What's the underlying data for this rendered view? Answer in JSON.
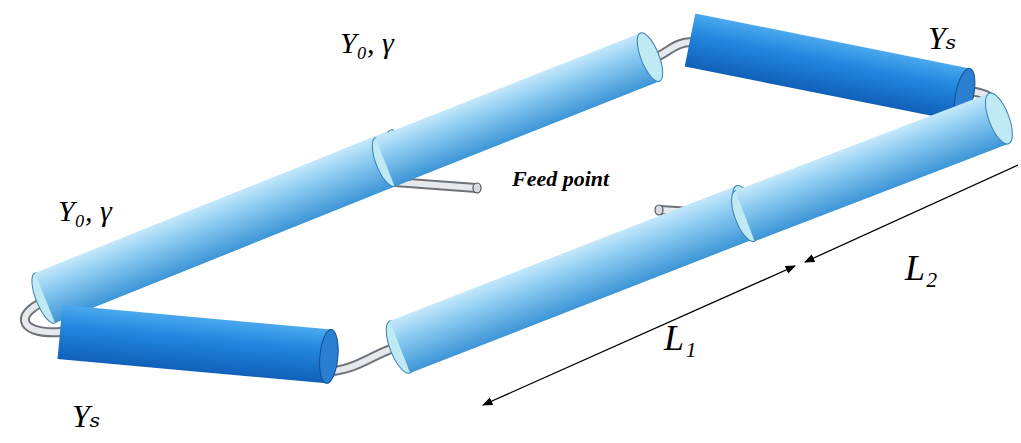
{
  "diagram": {
    "labels": [
      "Y₀,  γ",
      "Y₀,  γ",
      "Yₛ",
      "Yₛ",
      "Feed point",
      "L₁",
      "L₂"
    ]
  }
}
